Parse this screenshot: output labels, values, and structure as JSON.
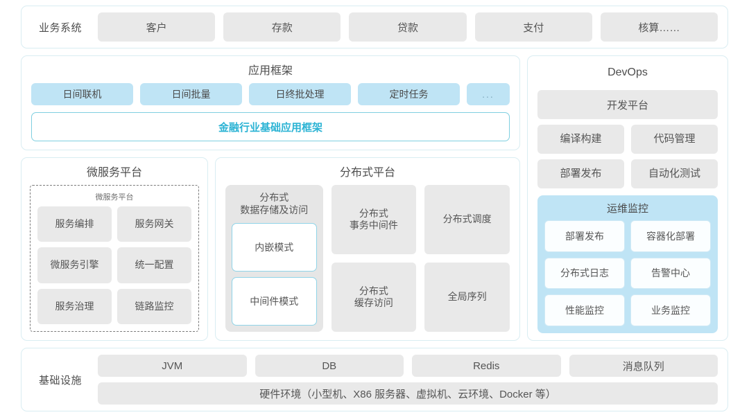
{
  "business_row": {
    "label": "业务系统",
    "items": [
      "客户",
      "存款",
      "贷款",
      "支付",
      "核算……"
    ]
  },
  "app_framework": {
    "title": "应用框架",
    "chips": [
      "日间联机",
      "日间批量",
      "日终批处理",
      "定时任务",
      "..."
    ],
    "base_label": "金融行业基础应用框架",
    "base_color": "#2bb3d4"
  },
  "microservice": {
    "title": "微服务平台",
    "inner_title": "微服务平台",
    "tiles": [
      "服务编排",
      "服务网关",
      "微服务引擎",
      "统一配置",
      "服务治理",
      "链路监控"
    ]
  },
  "distributed": {
    "title": "分布式平台",
    "col1": {
      "head": "分布式\n数据存储及访问",
      "head_line1": "分布式",
      "head_line2": "数据存储及访问",
      "sub": [
        "内嵌模式",
        "中间件模式"
      ]
    },
    "tiles": [
      {
        "line1": "分布式",
        "line2": "事务中间件"
      },
      {
        "line1": "分布式调度",
        "line2": ""
      },
      {
        "line1": "分布式",
        "line2": "缓存访问"
      },
      {
        "line1": "全局序列",
        "line2": ""
      }
    ]
  },
  "devops": {
    "title": "DevOps",
    "platform": "开发平台",
    "pairs": [
      [
        "编译构建",
        "代码管理"
      ],
      [
        "部署发布",
        "自动化测试"
      ]
    ],
    "ops": {
      "title": "运维监控",
      "tiles": [
        "部署发布",
        "容器化部署",
        "分布式日志",
        "告警中心",
        "性能监控",
        "业务监控"
      ]
    }
  },
  "infrastructure": {
    "label": "基础设施",
    "items": [
      "JVM",
      "DB",
      "Redis",
      "消息队列"
    ],
    "hardware": "硬件环境（小型机、X86 服务器、虚拟机、云环境、Docker 等）"
  }
}
